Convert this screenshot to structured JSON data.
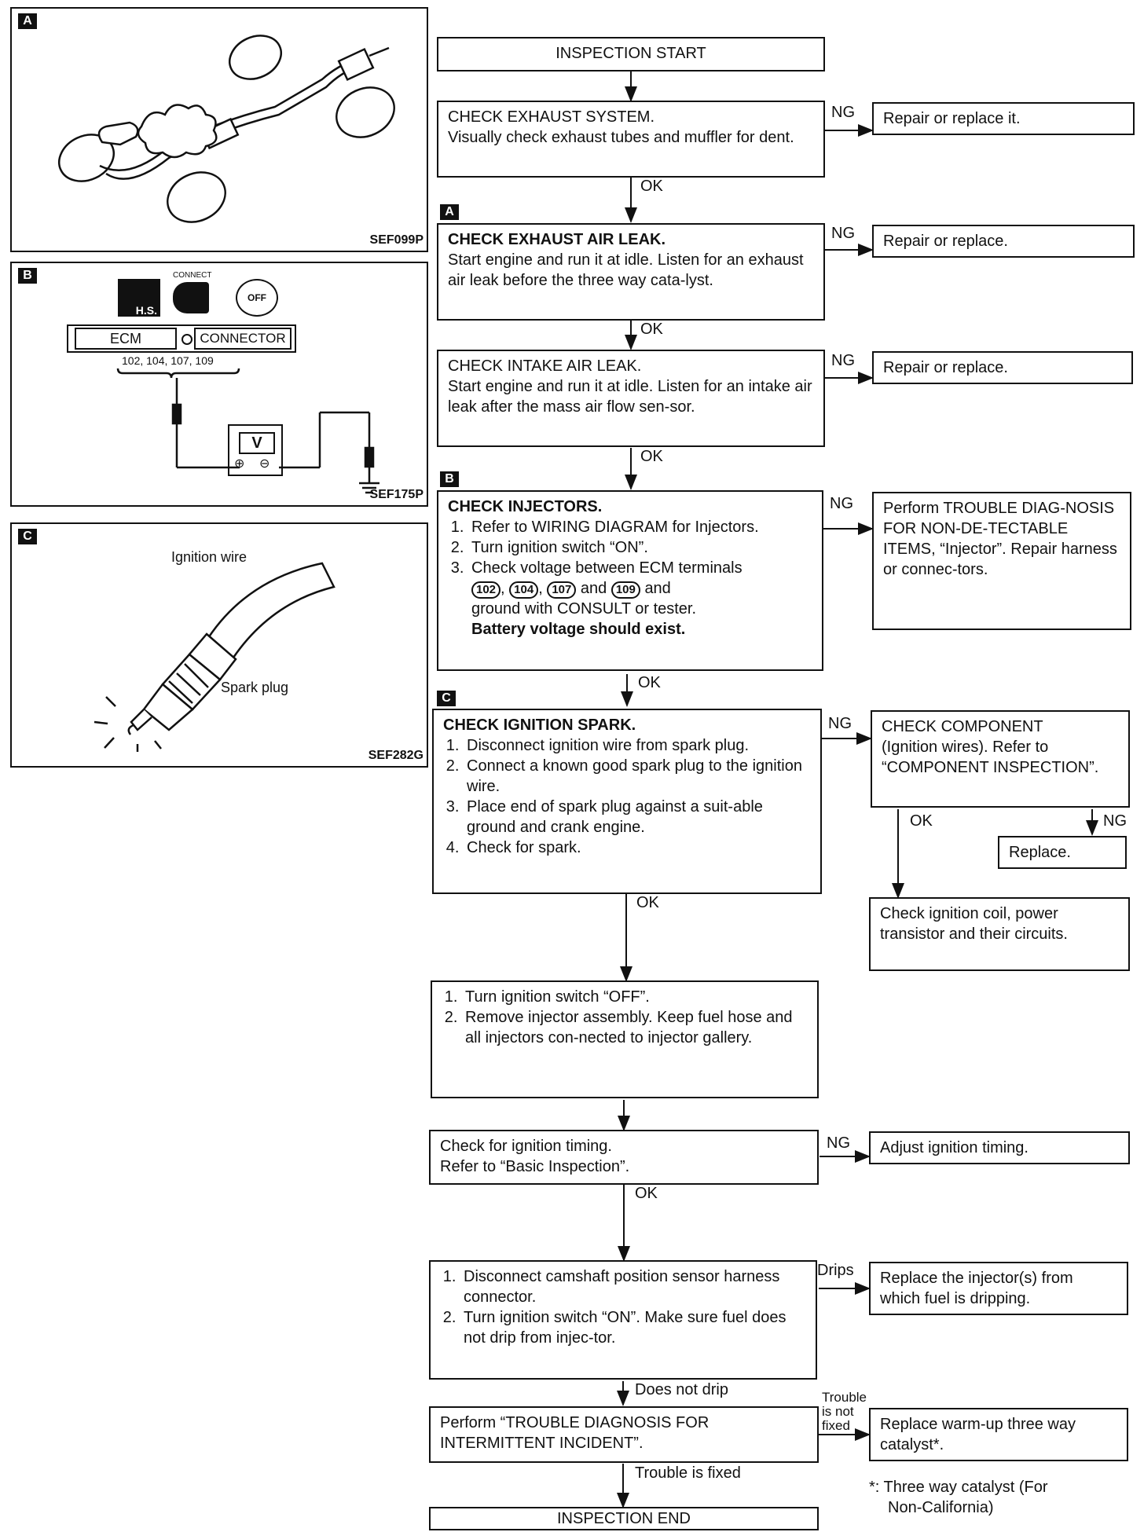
{
  "panels": {
    "a": {
      "tag": "A",
      "ref": "SEF099P"
    },
    "b": {
      "tag": "B",
      "ref": "SEF175P",
      "icon_text": "H.S.",
      "connect_label": "CONNECT",
      "off_label": "OFF",
      "ecm_label": "ECM",
      "connector_label": "CONNECTOR",
      "terminals": "102, 104, 107, 109",
      "meter": "V",
      "plus": "⊕",
      "minus": "⊖"
    },
    "c": {
      "tag": "C",
      "ref": "SEF282G",
      "wire_label": "Ignition wire",
      "plug_label": "Spark plug"
    }
  },
  "flow": {
    "start": "INSPECTION START",
    "exhaust": {
      "title": "CHECK EXHAUST SYSTEM.",
      "body": "Visually check exhaust tubes and muffler for dent."
    },
    "exhaust_ng": "Repair or replace it.",
    "air_leak": {
      "title": "CHECK EXHAUST AIR LEAK.",
      "body": "Start engine and run it at idle. Listen for an exhaust air leak before the three way cata-lyst."
    },
    "air_leak_ng": "Repair or replace.",
    "intake": {
      "title": "CHECK INTAKE AIR LEAK.",
      "body": "Start engine and run it at idle. Listen for an intake air leak after the mass air flow sen-sor."
    },
    "intake_ng": "Repair or replace.",
    "injectors": {
      "title": "CHECK INJECTORS.",
      "step1": "Refer to WIRING DIAGRAM for Injectors.",
      "step2": "Turn ignition switch “ON”.",
      "step3a": "Check voltage between ECM terminals",
      "t1": "102",
      "t2": "104",
      "t3": "107",
      "t4": "109",
      "and": "and",
      "step3b": "and",
      "step3c": "ground with CONSULT or tester.",
      "result": "Battery voltage should exist."
    },
    "injectors_ng": "Perform TROUBLE DIAG-NOSIS FOR NON-DE-TECTABLE ITEMS, “Injector”. Repair harness or connec-tors.",
    "spark": {
      "title": "CHECK IGNITION SPARK.",
      "step1": "Disconnect ignition wire from spark plug.",
      "step2": "Connect a known good spark plug to the ignition wire.",
      "step3": "Place end of spark plug against a suit-able ground and crank engine.",
      "step4": "Check for spark."
    },
    "component": {
      "title": "CHECK COMPONENT",
      "body": "(Ignition wires). Refer to “COMPONENT INSPECTION”."
    },
    "replace": "Replace.",
    "coil": "Check ignition coil, power transistor and their circuits.",
    "remove": {
      "step1": "Turn ignition switch “OFF”.",
      "step2": "Remove injector assembly. Keep fuel hose and all injectors con-nected to injector gallery."
    },
    "timing": {
      "line1": "Check for ignition timing.",
      "line2": "Refer to “Basic Inspection”."
    },
    "timing_ng": "Adjust ignition timing.",
    "camshaft": {
      "step1": "Disconnect camshaft position sensor harness connector.",
      "step2": "Turn ignition switch “ON”. Make sure fuel does not drip from injec-tor."
    },
    "drips_result": "Replace the injector(s) from which fuel is dripping.",
    "intermittent": "Perform “TROUBLE DIAGNOSIS FOR INTERMITTENT INCIDENT”.",
    "catalyst": "Replace warm-up three way catalyst*.",
    "end": "INSPECTION END",
    "footnote_l1": "*: Three way catalyst (For",
    "footnote_l2": "Non-California)"
  },
  "labels": {
    "ng": "NG",
    "ok": "OK",
    "drips": "Drips",
    "does_not_drip": "Does not drip",
    "not_fixed_1": "Trouble",
    "not_fixed_2": "is not",
    "not_fixed_3": "fixed",
    "fixed": "Trouble is fixed"
  }
}
